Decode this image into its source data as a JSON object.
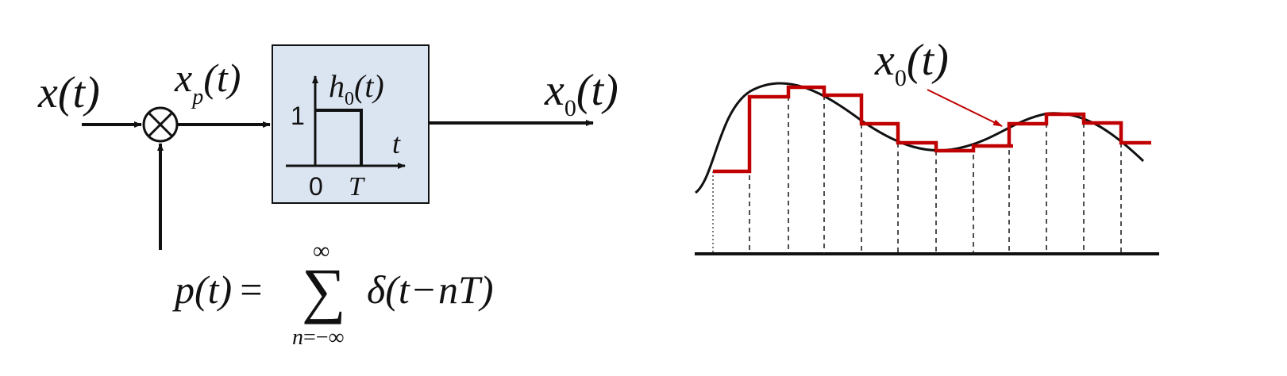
{
  "block_diagram": {
    "input_x": "x",
    "input_t": "(t)",
    "sampled_x": "x",
    "sampled_sub": "p",
    "sampled_t": "(t)",
    "output_x": "x",
    "output_sub": "0",
    "output_t": "(t)",
    "filter": {
      "h": "h",
      "h_sub": "0",
      "h_t": "(t)",
      "amp_label": "1",
      "zero_label": "0",
      "period_label": "T",
      "axis_label": "t",
      "fill_color": "#dbe5f1"
    },
    "impulse_train": {
      "lhs_p": "p",
      "lhs_t": "(t)",
      "equals": "=",
      "sum_symbol": "∑",
      "upper_limit": "∞",
      "lower_n": "n",
      "lower_rest": "=−∞",
      "delta": "δ",
      "arg_open": "(",
      "arg_t": "t",
      "minus": "−",
      "arg_nT": "nT",
      "arg_close": ")"
    }
  },
  "reconstruction_plot": {
    "label_x": "x",
    "label_sub": "0",
    "label_t": "(t)",
    "hold_color": "#c00000",
    "signal_color": "#111111"
  }
}
